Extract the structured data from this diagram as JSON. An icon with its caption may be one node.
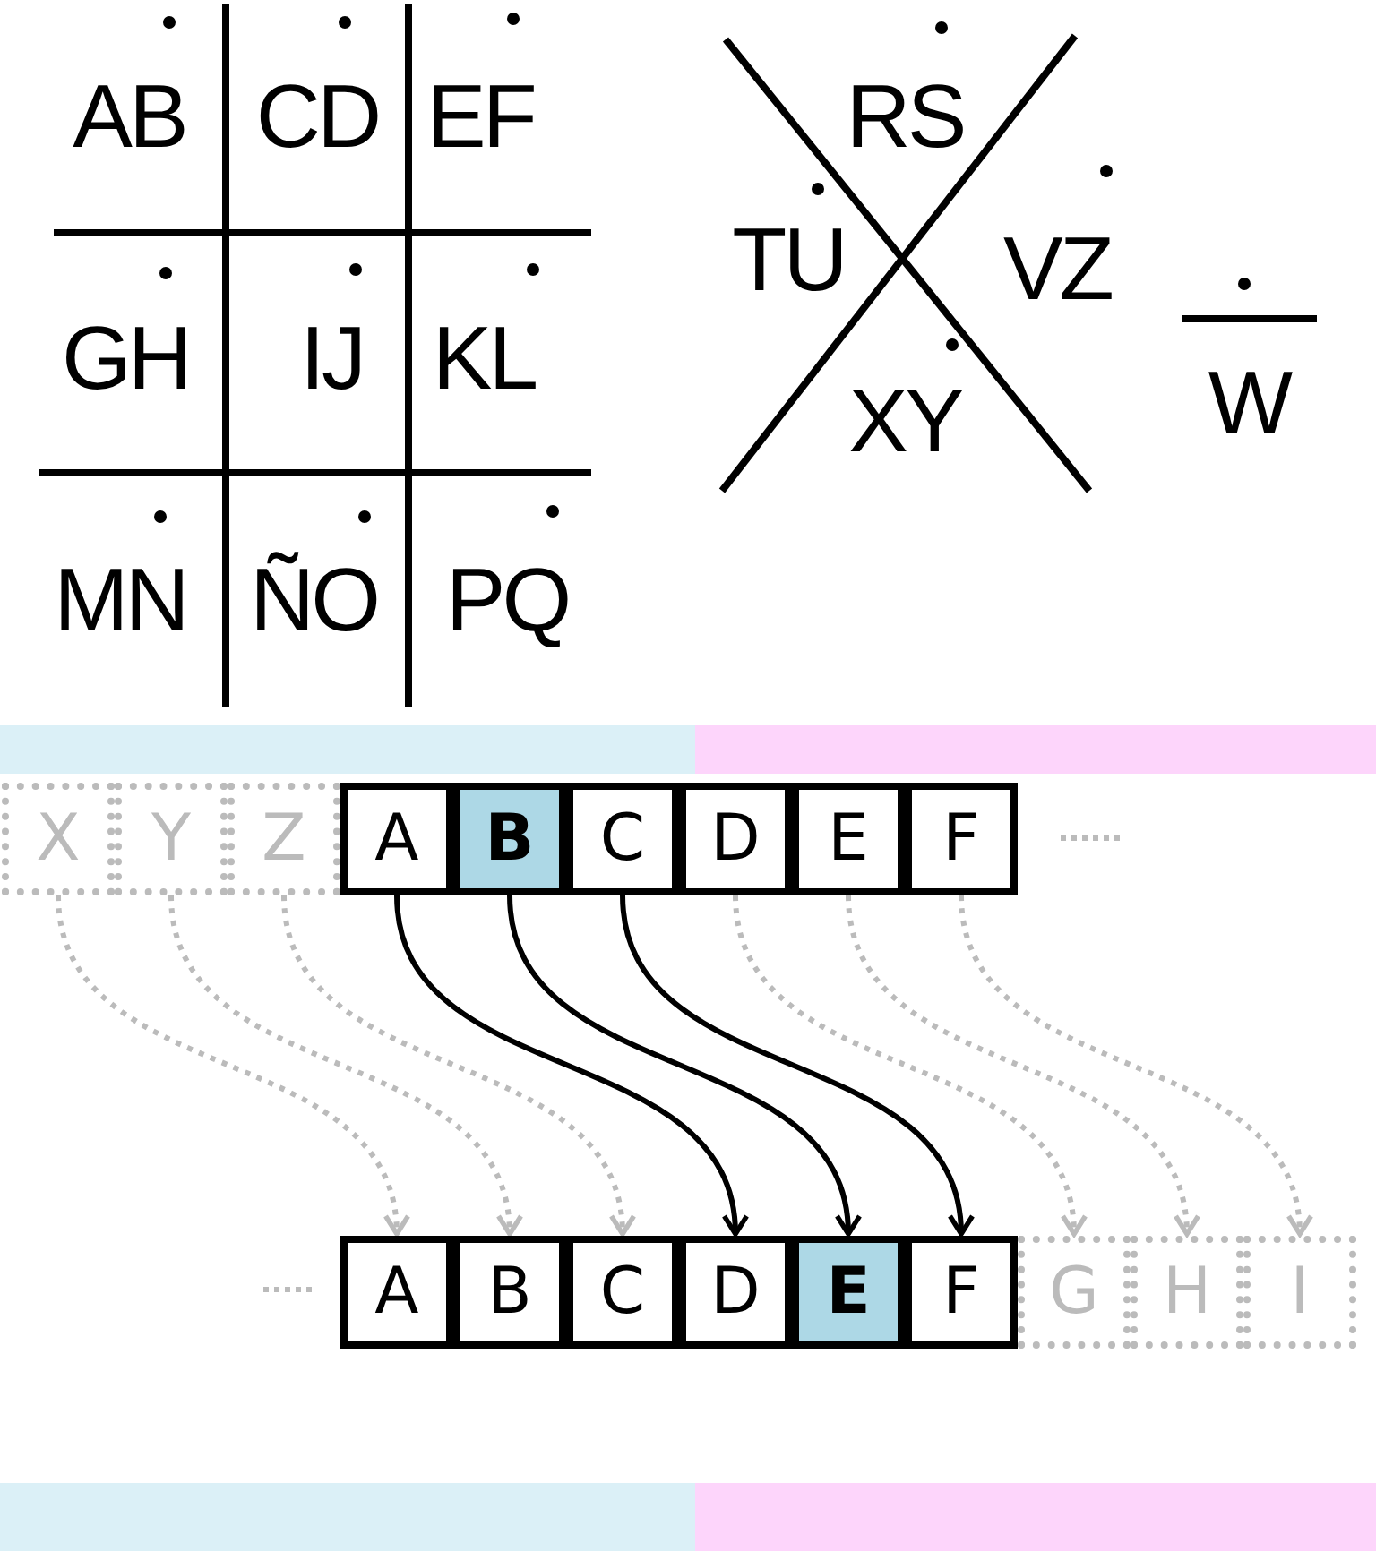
{
  "diagram": {
    "nodes": [
      {
        "text": [
          "X"
        ]
      },
      {
        "text": [
          "Y"
        ]
      },
      {
        "text": [
          "Z"
        ]
      },
      {
        "text": [
          "A"
        ]
      },
      {
        "text": [
          "B"
        ]
      },
      {
        "text": [
          "C"
        ]
      },
      {
        "text": [
          "D"
        ]
      },
      {
        "text": [
          "E"
        ]
      },
      {
        "text": [
          "F"
        ]
      },
      {
        "text": [
          "A"
        ]
      },
      {
        "text": [
          "B"
        ]
      },
      {
        "text": [
          "C"
        ]
      },
      {
        "text": [
          "D"
        ]
      },
      {
        "text": [
          "E"
        ]
      },
      {
        "text": [
          "F"
        ]
      },
      {
        "text": [
          "G"
        ]
      },
      {
        "text": [
          "H"
        ]
      },
      {
        "text": [
          "I"
        ]
      }
    ],
    "edges": [
      {
        "from": 0,
        "to": 9,
        "arrow": "to",
        "style": "dashed",
        "color": "#bbbbbb"
      },
      {
        "from": 1,
        "to": 10,
        "arrow": "to",
        "style": "dashed",
        "color": "#bbbbbb"
      },
      {
        "from": 2,
        "to": 11,
        "arrow": "to",
        "style": "dashed",
        "color": "#bbbbbb"
      },
      {
        "from": 3,
        "to": 12,
        "arrow": "to",
        "color": "#000000"
      },
      {
        "from": 4,
        "to": 13,
        "arrow": "to",
        "color": "#000000"
      },
      {
        "from": 5,
        "to": 14,
        "arrow": "to",
        "color": "#000000"
      },
      {
        "from": 6,
        "to": 15,
        "arrow": "to",
        "style": "dashed",
        "color": "#bbbbbb"
      },
      {
        "from": 7,
        "to": 16,
        "arrow": "to",
        "style": "dashed",
        "color": "#bbbbbb"
      },
      {
        "from": 8,
        "to": 17,
        "arrow": "to",
        "style": "dashed",
        "color": "#bbbbbb"
      }
    ],
    "labels": [
      "AB",
      "CD",
      "EF",
      "RS",
      "TU",
      "VZ",
      "GH",
      "IJ",
      "KL",
      "XY",
      "W",
      "MN",
      "ÑO",
      "PQ"
    ]
  }
}
